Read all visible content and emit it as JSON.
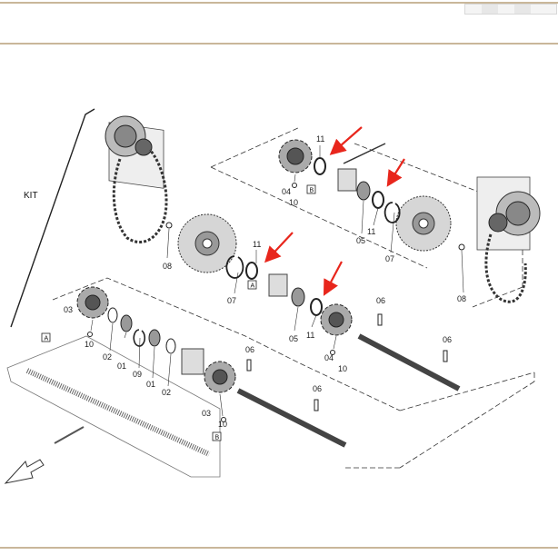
{
  "kit_label": "KIT",
  "callouts": {
    "c01": "01",
    "c02": "02",
    "c01b": "01",
    "c02b": "02",
    "c09": "09",
    "c03": "03",
    "c10": "10",
    "c03b": "03",
    "c10b": "10",
    "c04": "04",
    "c10c": "10",
    "c11": "11",
    "c05": "05",
    "c11b": "11",
    "c07": "07",
    "c11c": "11",
    "c07b": "07",
    "c05b": "05",
    "c11d": "11",
    "c04b": "04",
    "c10d": "10",
    "c06a": "06",
    "c06b": "06",
    "c06c": "06",
    "c06d": "06",
    "c08": "08",
    "c08b": "08"
  },
  "ref_boxes": {
    "a1": "A",
    "a2": "A",
    "b1": "B",
    "b2": "B"
  },
  "highlight_color": "#e8261c"
}
